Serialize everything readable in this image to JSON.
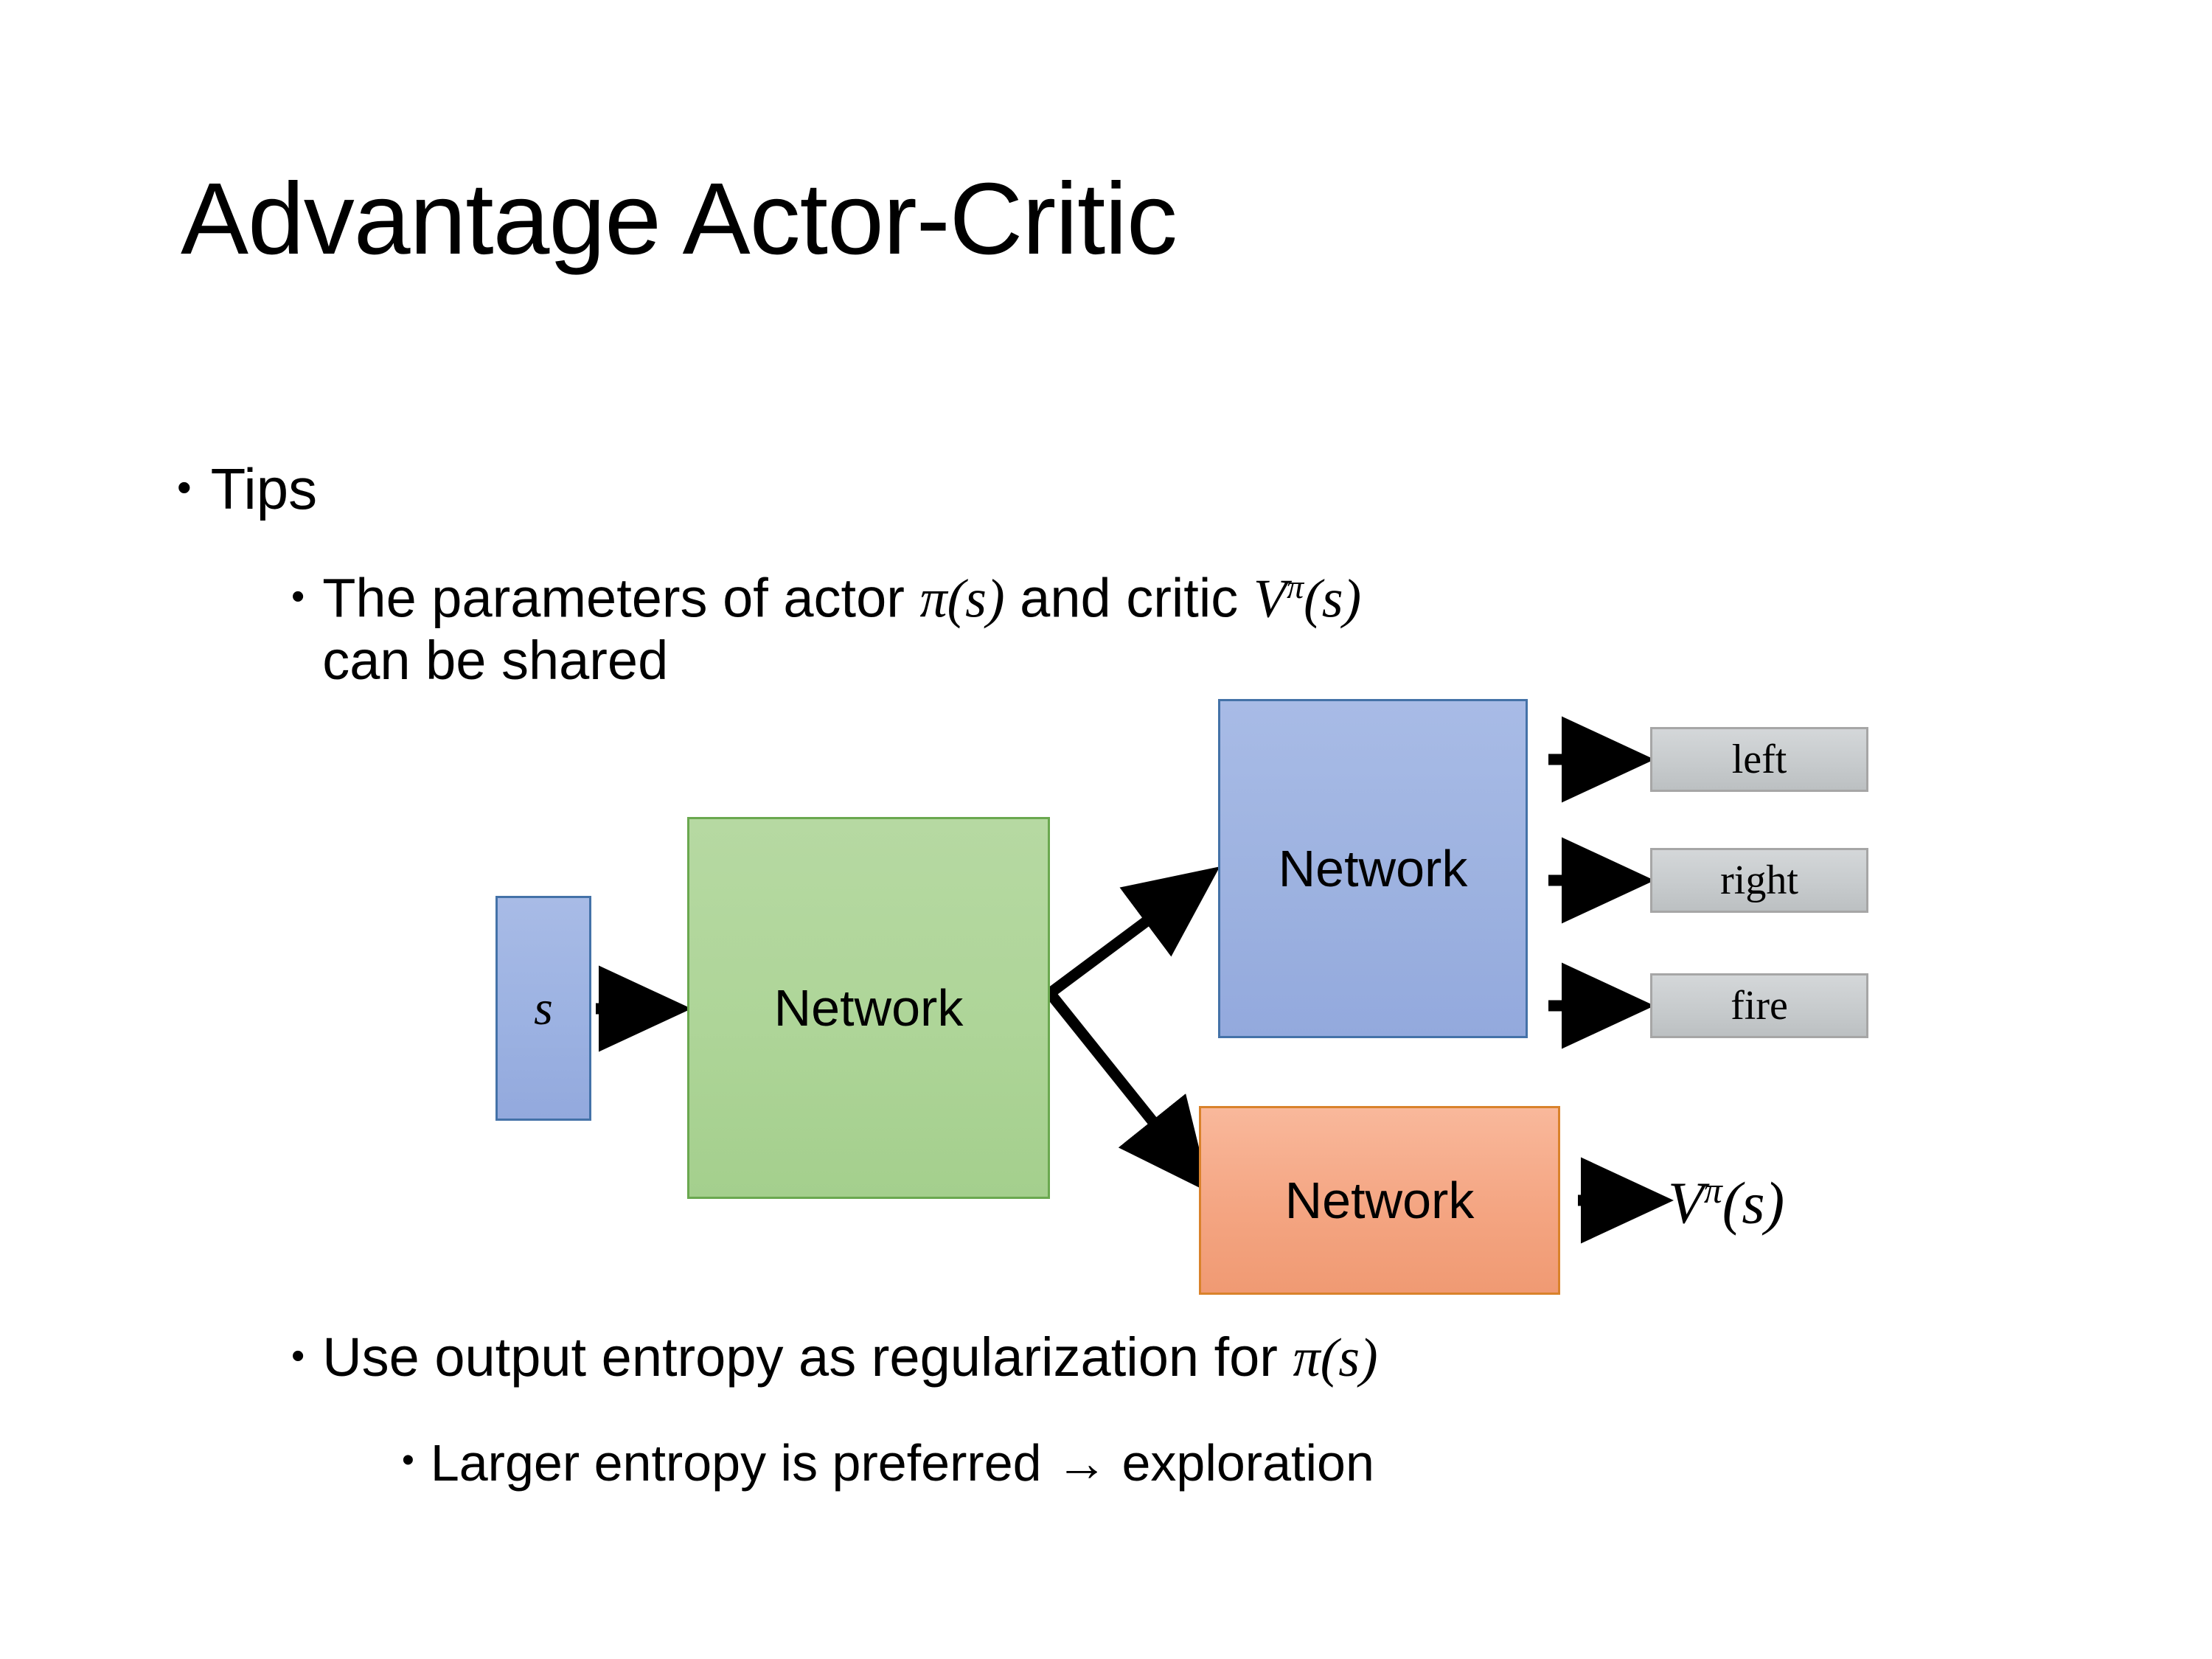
{
  "slide": {
    "title": "Advantage Actor-Critic",
    "background_color": "#FFFFFF"
  },
  "bullets": {
    "tips": {
      "marker": "•",
      "text": "Tips"
    },
    "params": {
      "marker": "•",
      "text_part1": "The parameters of actor ",
      "math_pi": "π(s)",
      "text_part2": "  and critic ",
      "math_v": "V",
      "math_v_sup": "π",
      "math_v_arg": "(s)",
      "text_part3": "can be shared",
      "full_text": "The parameters of actor π(s)  and critic Vπ(s) can be shared"
    },
    "entropy": {
      "marker": "•",
      "text_before": "Use output entropy as regularization for ",
      "math_pi": "π(s)",
      "full_text": "Use output entropy as regularization for π(s)"
    },
    "larger": {
      "marker": "•",
      "text": "Larger entropy is preferred → exploration"
    }
  },
  "diagram": {
    "input_node": {
      "label": "s",
      "fill": "#9CB2E2",
      "border": "#4472A8"
    },
    "shared_node": {
      "label": "Network",
      "fill": "#AED598",
      "border": "#6AA84F"
    },
    "actor_node": {
      "label": "Network",
      "fill": "#9DB2E0",
      "border": "#4472A8"
    },
    "critic_node": {
      "label": "Network",
      "fill": "#F4A582",
      "border": "#D9822B"
    },
    "action_outputs": [
      {
        "label": "left",
        "fill": "#C6CACC",
        "border": "#A6A6A6"
      },
      {
        "label": "right",
        "fill": "#C6CACC",
        "border": "#A6A6A6"
      },
      {
        "label": "fire",
        "fill": "#C6CACC",
        "border": "#A6A6A6"
      }
    ],
    "value_output": {
      "symbol": "V",
      "superscript": "π",
      "argument": "(s)",
      "full": "Vπ(s)"
    },
    "arrow_color": "#000000"
  }
}
